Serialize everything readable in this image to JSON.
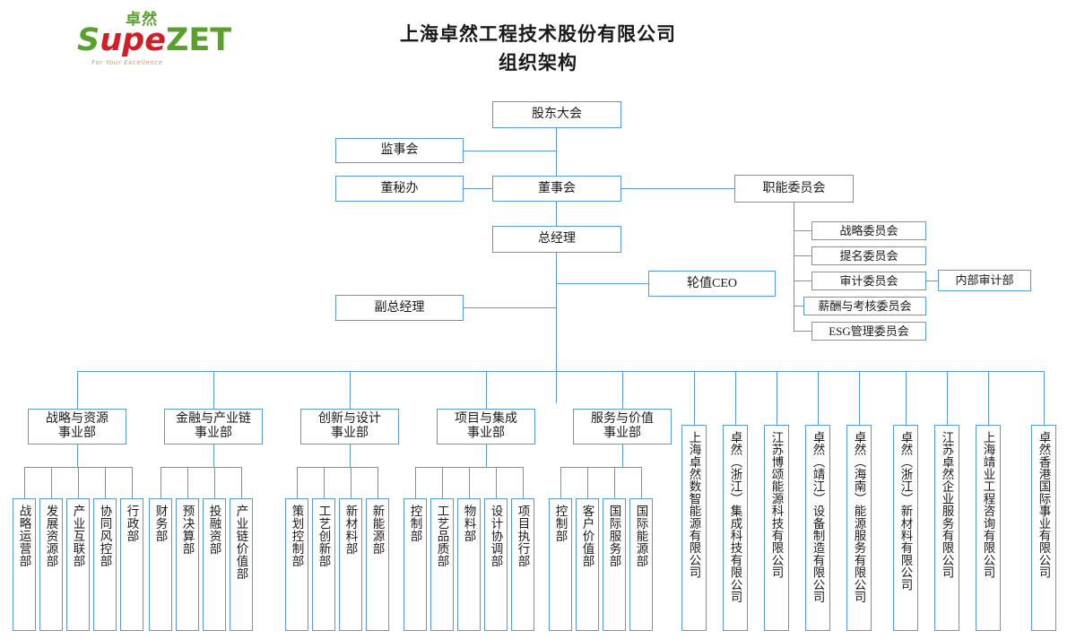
{
  "logo": {
    "cn": "卓然",
    "main_s": "S",
    "main_upe": "upe",
    "main_zet": "ZET",
    "tagline": "For Your Excellence",
    "green": "#5aa02c",
    "red": "#d01f26"
  },
  "title": {
    "line1": "上海卓然工程技术股份有限公司",
    "line2": "组织架构"
  },
  "theme": {
    "box_border": "#5b9bd5",
    "line": "#5b9bd5",
    "background": "#ffffff"
  },
  "governance": {
    "shareholders_meeting": "股东大会",
    "supervisory_board": "监事会",
    "board_secretary_office": "董秘办",
    "board_of_directors": "董事会",
    "functional_committees": "职能委员会",
    "general_manager": "总经理",
    "rotating_ceo": "轮值CEO",
    "deputy_general_manager": "副总经理"
  },
  "committees": [
    "战略委员会",
    "提名委员会",
    "审计委员会",
    "薪酬与考核委员会",
    "ESG管理委员会"
  ],
  "internal_audit": "内部审计部",
  "divisions": [
    {
      "name_line1": "战略与资源",
      "name_line2": "事业部",
      "departments": [
        "战略运营部",
        "发展资源部",
        "产业互联部",
        "协同风控部",
        "行政部"
      ]
    },
    {
      "name_line1": "金融与产业链",
      "name_line2": "事业部",
      "departments": [
        "财务部",
        "预决算部",
        "投融资部",
        "产业链价值部"
      ]
    },
    {
      "name_line1": "创新与设计",
      "name_line2": "事业部",
      "departments": [
        "策划控制部",
        "工艺创新部",
        "新材料部",
        "新能源部"
      ]
    },
    {
      "name_line1": "项目与集成",
      "name_line2": "事业部",
      "departments": [
        "控制部",
        "工艺品质部",
        "物料部",
        "设计协调部",
        "项目执行部"
      ]
    },
    {
      "name_line1": "服务与价值",
      "name_line2": "事业部",
      "departments": [
        "控制部",
        "客户价值部",
        "国际服务部",
        "国际能源部"
      ]
    }
  ],
  "subsidiaries": [
    "上海卓然数智能源有限公司",
    "卓然（浙江）集成科技有限公司",
    "江苏博颂能源科技有限公司",
    "卓然（靖江）设备制造有限公司",
    "卓然（海南）能源服务有限公司",
    "卓然（浙江）新材料有限公司",
    "江苏卓然企业服务有限公司",
    "上海靖业工程咨询有限公司",
    "卓然香港国际事业有限公司"
  ]
}
